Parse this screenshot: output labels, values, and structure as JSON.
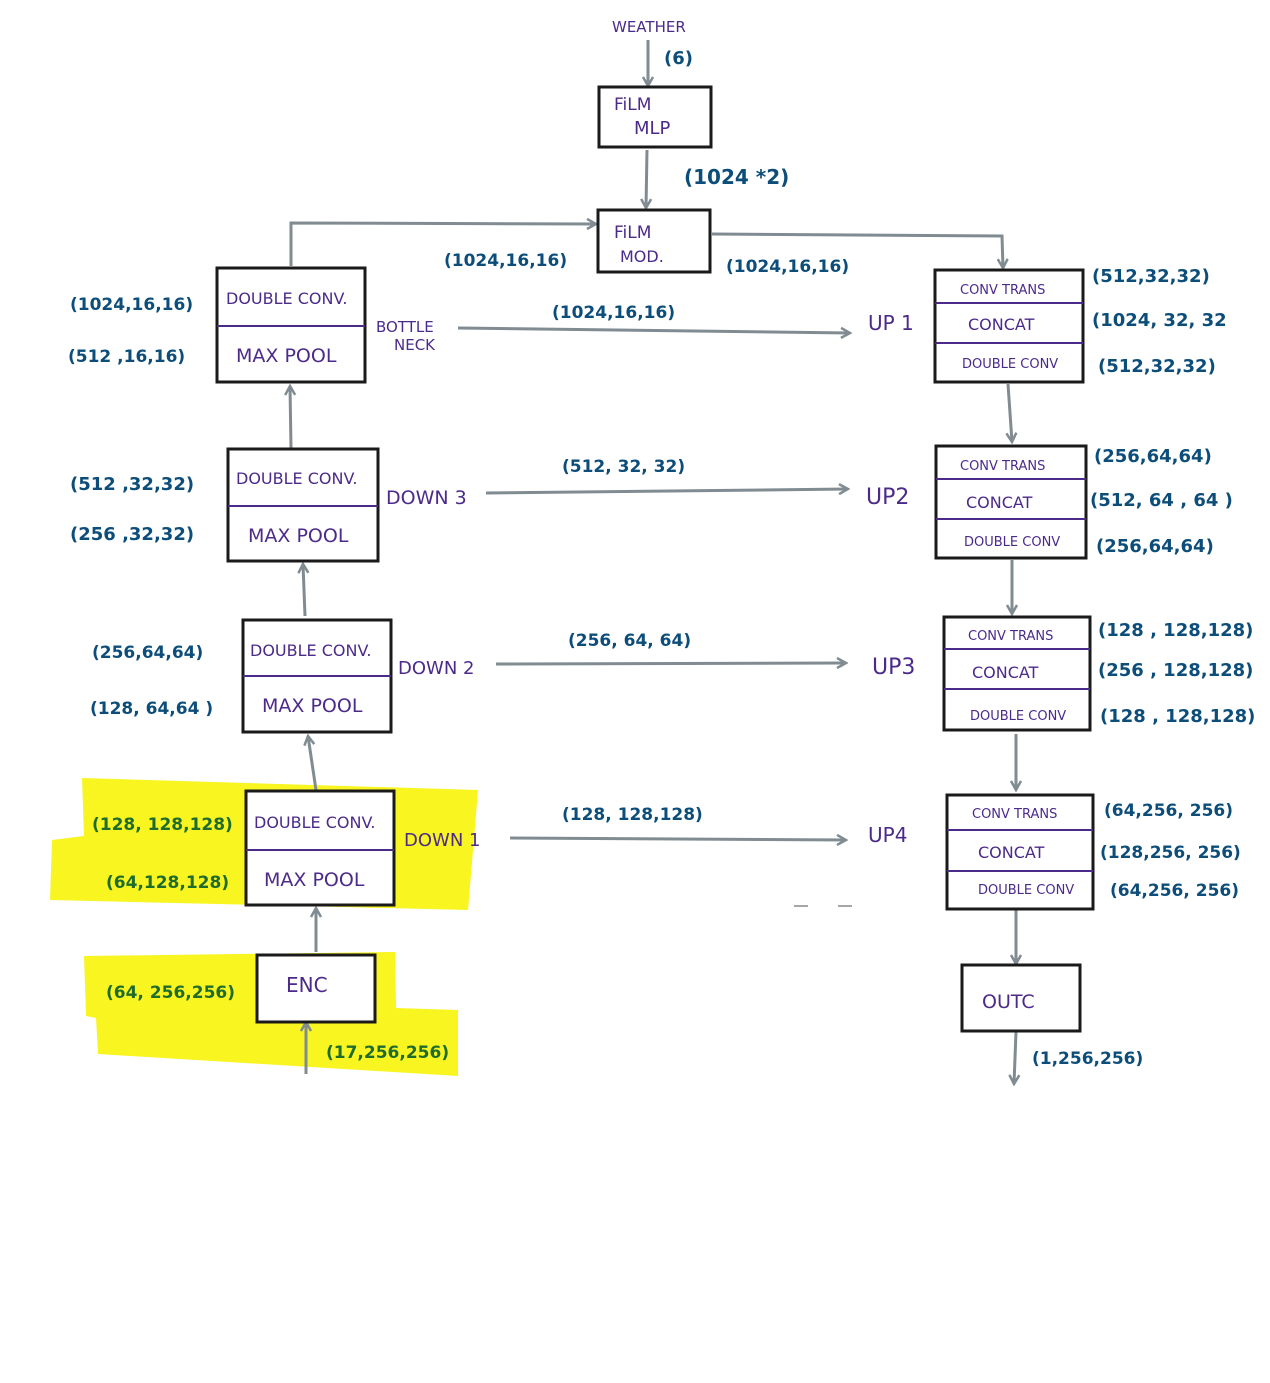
{
  "weather": {
    "label": "WEATHER",
    "dim": "(6)"
  },
  "film_mlp": {
    "line1": "FiLM",
    "line2": "MLP",
    "out_dim": "(1024 *2)"
  },
  "film_mod": {
    "line1": "FiLM",
    "line2": "MOD.",
    "in_dim": "(1024,16,16)",
    "out_dim": "(1024,16,16)"
  },
  "bottleneck": {
    "label_line1": "BOTTLE",
    "label_line2": "NECK",
    "top": "DOUBLE CONV.",
    "bottom": "MAX POOL",
    "dim_top": "(1024,16,16)",
    "dim_bottom": "(512 ,16,16)",
    "skip_dim": "(1024,16,16)"
  },
  "down3": {
    "label": "DOWN 3",
    "top": "DOUBLE CONV.",
    "bottom": "MAX POOL",
    "dim_top": "(512 ,32,32)",
    "dim_bottom": "(256 ,32,32)",
    "skip_dim": "(512, 32, 32)"
  },
  "down2": {
    "label": "DOWN 2",
    "top": "DOUBLE CONV.",
    "bottom": "MAX POOL",
    "dim_top": "(256,64,64)",
    "dim_bottom": "(128, 64,64 )",
    "skip_dim": "(256, 64, 64)"
  },
  "down1": {
    "label": "DOWN 1",
    "top": "DOUBLE CONV.",
    "bottom": "MAX POOL",
    "dim_top": "(128, 128,128)",
    "dim_bottom": "(64,128,128)",
    "skip_dim": "(128, 128,128)"
  },
  "enc": {
    "label": "ENC",
    "dim_out": "(64, 256,256)",
    "dim_in": "(17,256,256)"
  },
  "up1": {
    "label": "UP 1",
    "row1": "CONV TRANS",
    "row2": "CONCAT",
    "row3": "DOUBLE CONV",
    "dim1": "(512,32,32)",
    "dim2": "(1024, 32, 32",
    "dim3": "(512,32,32)"
  },
  "up2": {
    "label": "UP2",
    "row1": "CONV TRANS",
    "row2": "CONCAT",
    "row3": "DOUBLE CONV",
    "dim1": "(256,64,64)",
    "dim2": "(512, 64 , 64 )",
    "dim3": "(256,64,64)"
  },
  "up3": {
    "label": "UP3",
    "row1": "CONV TRANS",
    "row2": "CONCAT",
    "row3": "DOUBLE CONV",
    "dim1": "(128 , 128,128)",
    "dim2": "(256 , 128,128)",
    "dim3": "(128 , 128,128)"
  },
  "up4": {
    "label": "UP4",
    "row1": "CONV TRANS",
    "row2": "CONCAT",
    "row3": "DOUBLE CONV",
    "dim1": "(64,256, 256)",
    "dim2": "(128,256, 256)",
    "dim3": "(64,256, 256)"
  },
  "outc": {
    "label": "OUTC",
    "dim_out": "(1,256,256)"
  },
  "colors": {
    "box_text": "#4b2a8a",
    "dims": "#0d4d7a",
    "dims_highlighted": "#1e6b2a",
    "arrows": "#808c92",
    "highlight": "#f8f520"
  }
}
